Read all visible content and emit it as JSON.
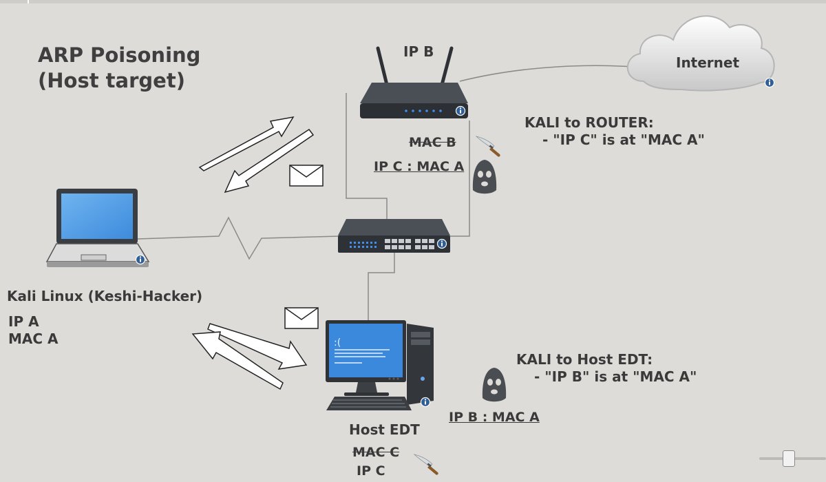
{
  "title": {
    "line1": "ARP Poisoning",
    "line2": "(Host target)"
  },
  "router": {
    "label": "IP B",
    "mac_label": "MAC B",
    "poisoned_entry": "IP C : MAC A"
  },
  "internet": {
    "label": "Internet"
  },
  "kali_to_router": {
    "heading": "KALI to ROUTER:",
    "message": "- \"IP C\" is at \"MAC A\""
  },
  "kali_to_host": {
    "heading": "KALI to Host EDT:",
    "message": "- \"IP B\" is at \"MAC A\""
  },
  "attacker": {
    "name": "Kali Linux (Keshi-Hacker)",
    "ip": "IP A",
    "mac": "MAC A"
  },
  "host": {
    "name": "Host EDT",
    "mac_label": "MAC C",
    "ip": "IP C",
    "poisoned_entry": "IP B : MAC A"
  },
  "colors": {
    "background": "#dedcd8",
    "text": "#3a3a3a",
    "screen_blue": "#4a9be8",
    "device_dark": "#3b3f44",
    "info_badge": "#2f5f96"
  },
  "icons": [
    "router-icon",
    "cloud-icon",
    "laptop-icon",
    "switch-icon",
    "desktop-pc-icon",
    "envelope-icon",
    "hacker-mask-icon",
    "knife-icon",
    "info-icon",
    "arrow-icon"
  ]
}
